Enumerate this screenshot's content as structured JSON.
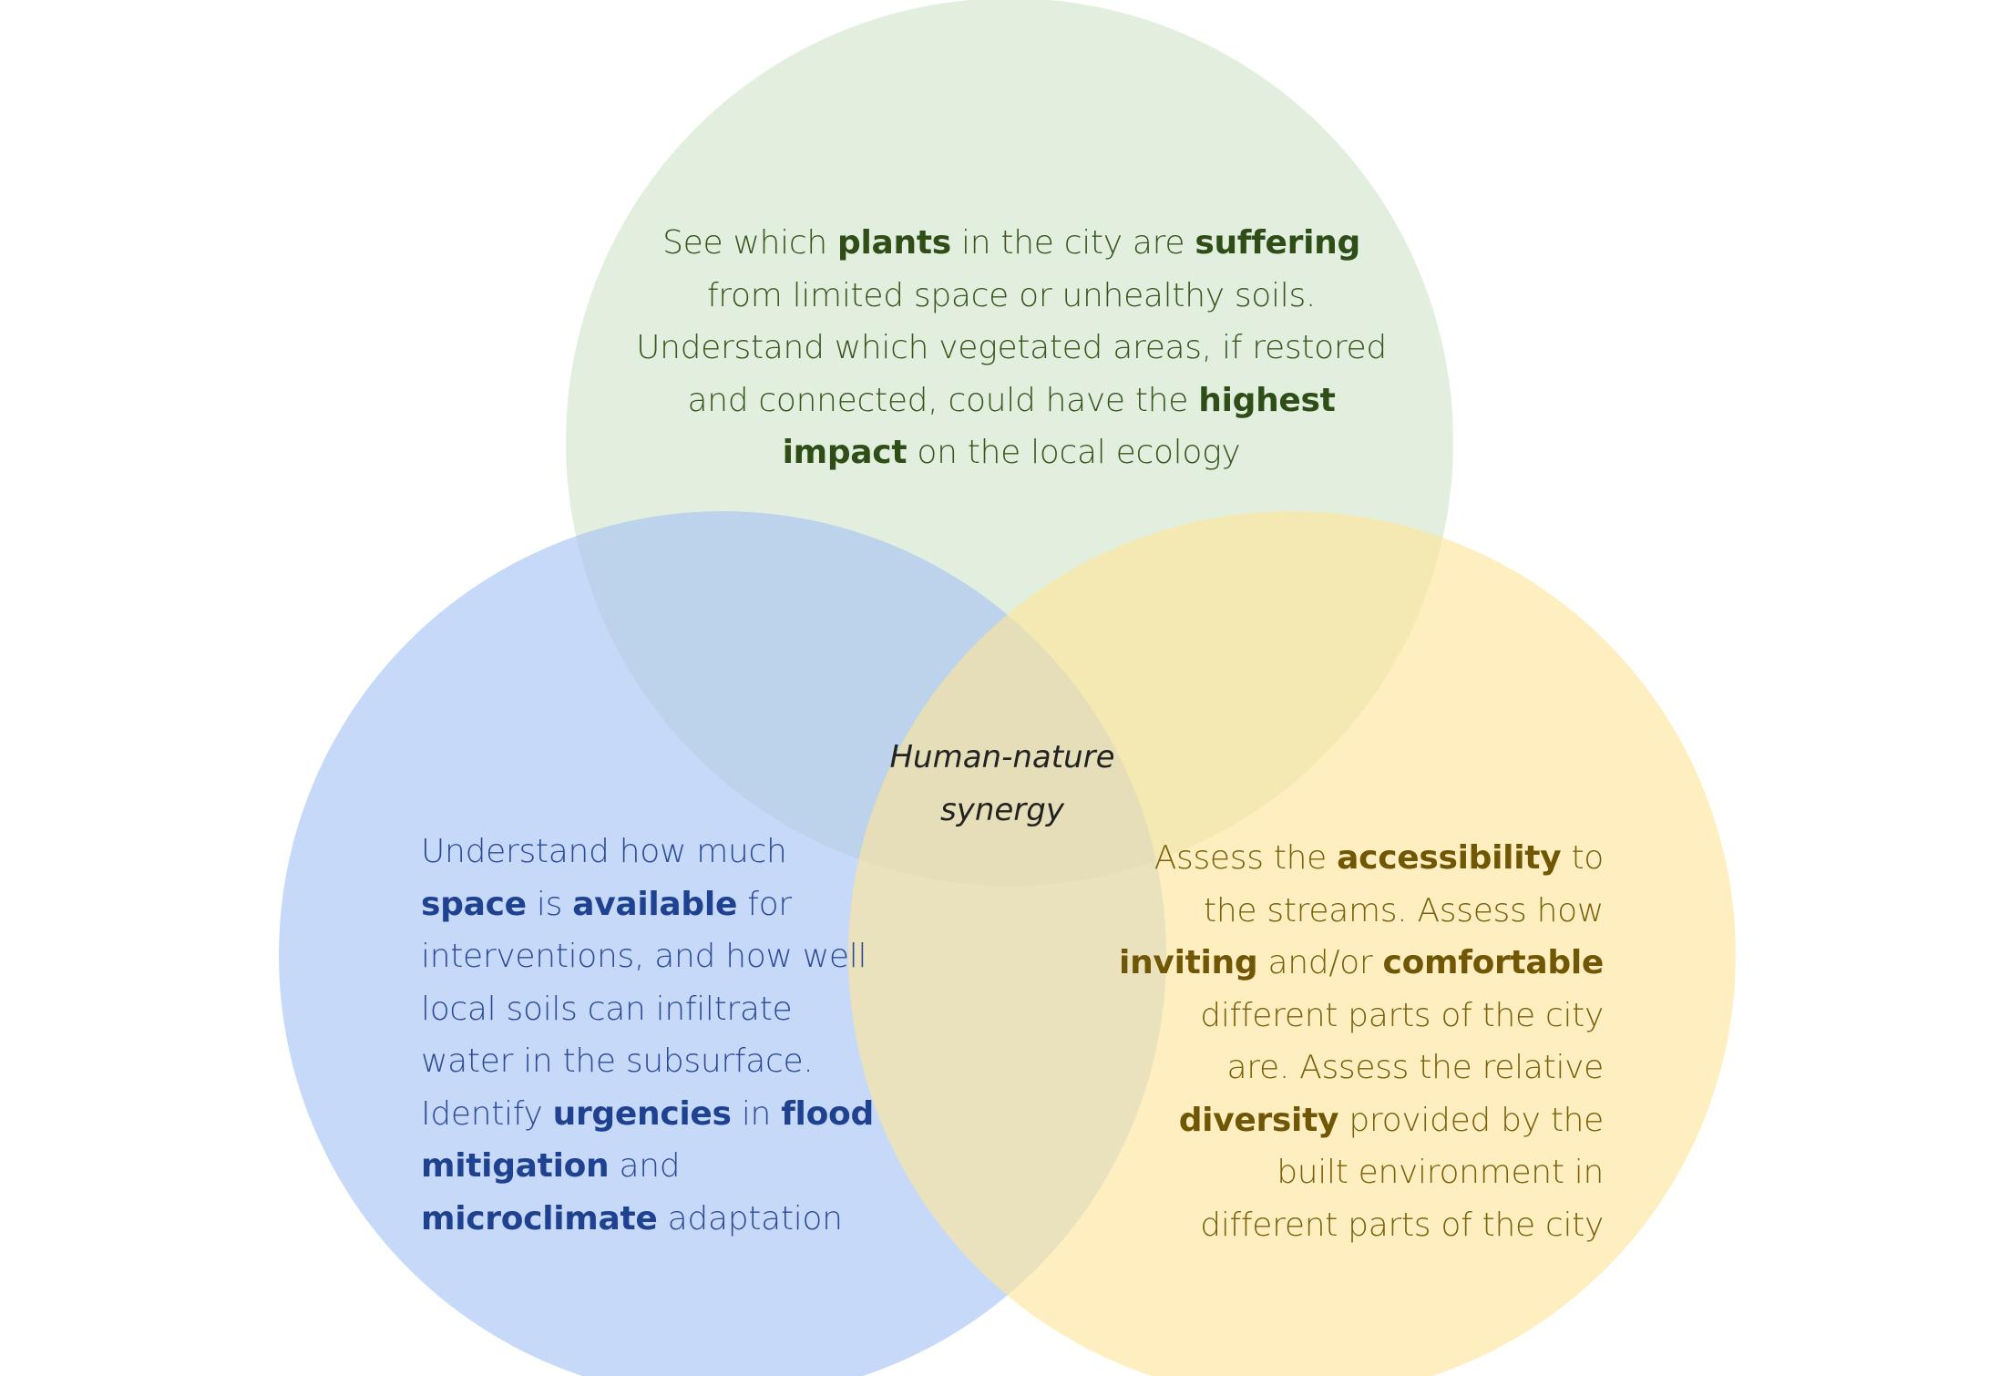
{
  "colors": {
    "green_circle": "#d9ead3",
    "blue_circle": "#a4c2f4",
    "yellow_circle": "#ffe599",
    "green_text": "#38571f",
    "blue_text": "#2b4b96",
    "yellow_text": "#7a610c"
  },
  "center_label": {
    "line1": "Human-nature",
    "line2": "synergy"
  },
  "top_circle": {
    "l1_a": "See which ",
    "l1_b": "plants",
    "l1_c": " in the city are ",
    "l1_d": "suffering",
    "l2": "from limited space or unhealthy soils.",
    "l3": "Understand which vegetated areas, if restored",
    "l4_a": "and connected, could have the ",
    "l4_b": "highest",
    "l5_a": "impact",
    "l5_b": " on the local ecology"
  },
  "left_circle": {
    "l1": "Understand how much",
    "l2_a": "space",
    "l2_b": " is ",
    "l2_c": "available",
    "l2_d": " for",
    "l3": "interventions, and how well",
    "l4": "local soils can infiltrate",
    "l5": "water in the subsurface.",
    "l6_a": "Identify ",
    "l6_b": "urgencies",
    "l6_c": " in ",
    "l6_d": "flood",
    "l7_a": "mitigation",
    "l7_b": " and",
    "l8_a": "microclimate",
    "l8_b": " adaptation"
  },
  "right_circle": {
    "l1_a": "Assess the ",
    "l1_b": "accessibility",
    "l1_c": " to",
    "l2": "the streams. Assess how",
    "l3_a": "inviting",
    "l3_b": " and/or ",
    "l3_c": "comfortable",
    "l4": "different parts of the city",
    "l5": "are. Assess the relative",
    "l6_a": "diversity",
    "l6_b": " provided by the",
    "l7": "built environment in",
    "l8": "different parts of the city"
  }
}
